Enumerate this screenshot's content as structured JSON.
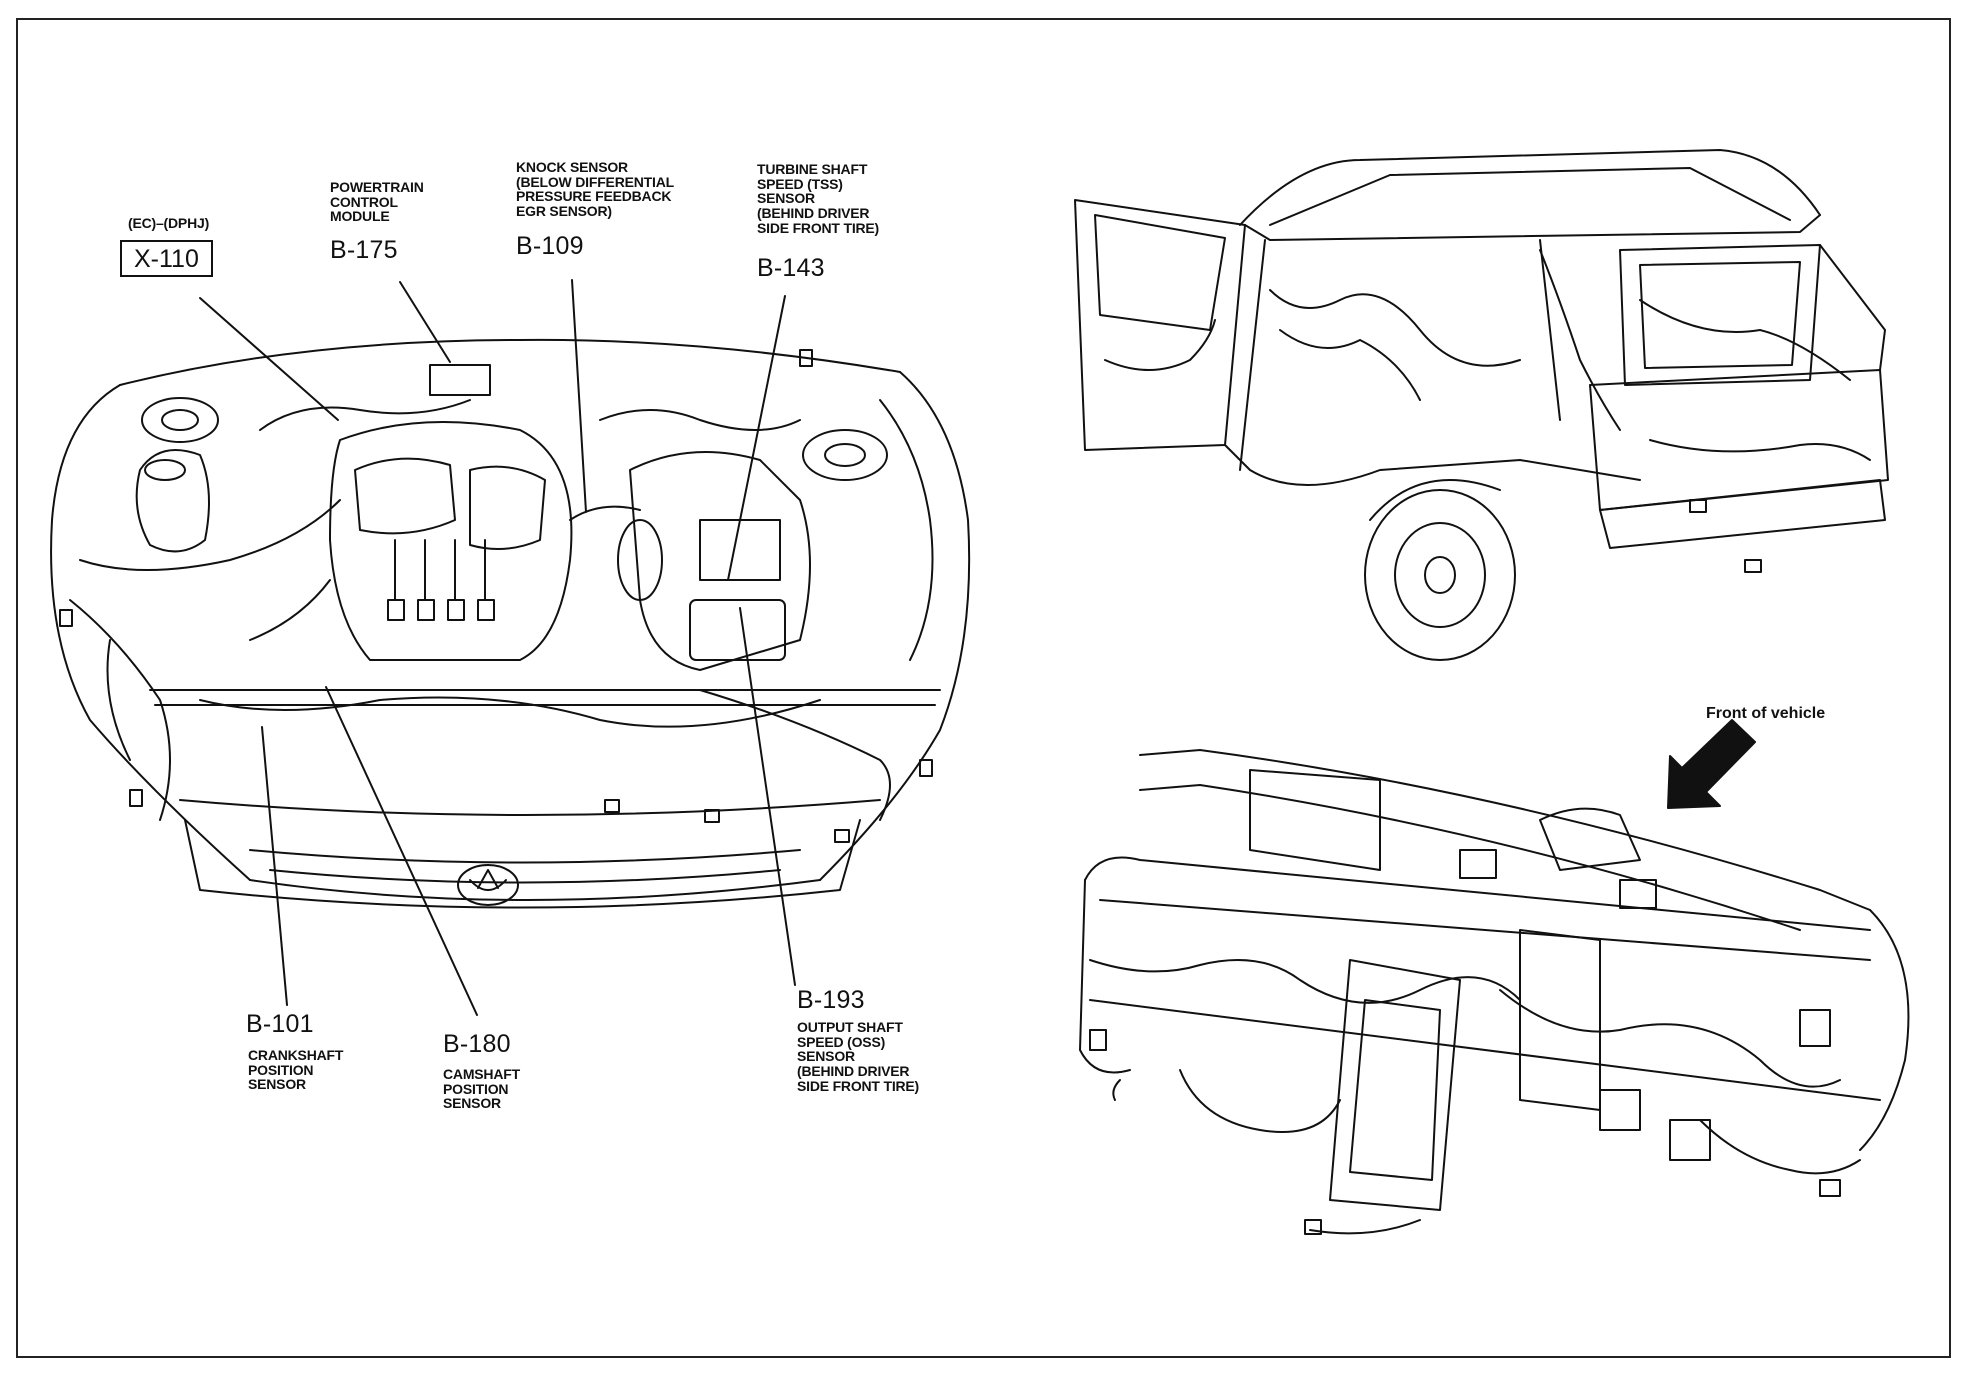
{
  "callouts": {
    "x110": {
      "tag": "(EC)–(DPHJ)",
      "code": "X-110"
    },
    "b175": {
      "desc": "POWERTRAIN\nCONTROL\nMODULE",
      "code": "B-175"
    },
    "b109": {
      "desc": "KNOCK SENSOR\n(BELOW DIFFERENTIAL\nPRESSURE FEEDBACK\nEGR SENSOR)",
      "code": "B-109"
    },
    "b143": {
      "desc": "TURBINE SHAFT\nSPEED (TSS)\nSENSOR\n(BEHIND DRIVER\nSIDE FRONT TIRE)",
      "code": "B-143"
    },
    "b101": {
      "code": "B-101",
      "desc": "CRANKSHAFT\nPOSITION\nSENSOR"
    },
    "b180": {
      "code": "B-180",
      "desc": "CAMSHAFT\nPOSITION\nSENSOR"
    },
    "b193": {
      "code": "B-193",
      "desc": "OUTPUT SHAFT\nSPEED (OSS)\nSENSOR\n(BEHIND DRIVER\nSIDE FRONT TIRE)"
    }
  },
  "front_label": "Front of vehicle"
}
